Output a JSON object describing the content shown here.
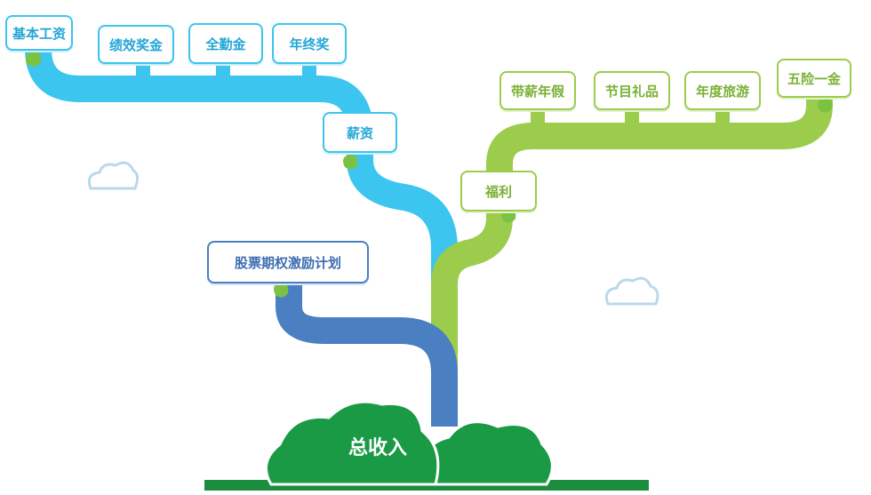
{
  "diagram": {
    "root": "总收入",
    "salary": {
      "label": "薪资",
      "children": [
        "基本工资",
        "绩效奖金",
        "全勤金",
        "年终奖"
      ]
    },
    "benefit": {
      "label": "福利",
      "children": [
        "带薪年假",
        "节目礼品",
        "年度旅游",
        "五险一金"
      ]
    },
    "stock": {
      "label": "股票期权激励计划"
    }
  },
  "colors": {
    "salary": "#3bc5ef",
    "benefit": "#9bcc4b",
    "stock": "#4a7fc1",
    "bush": "#1a9a45",
    "ground": "#1c8d3f",
    "cloud": "#b9d9ea"
  }
}
